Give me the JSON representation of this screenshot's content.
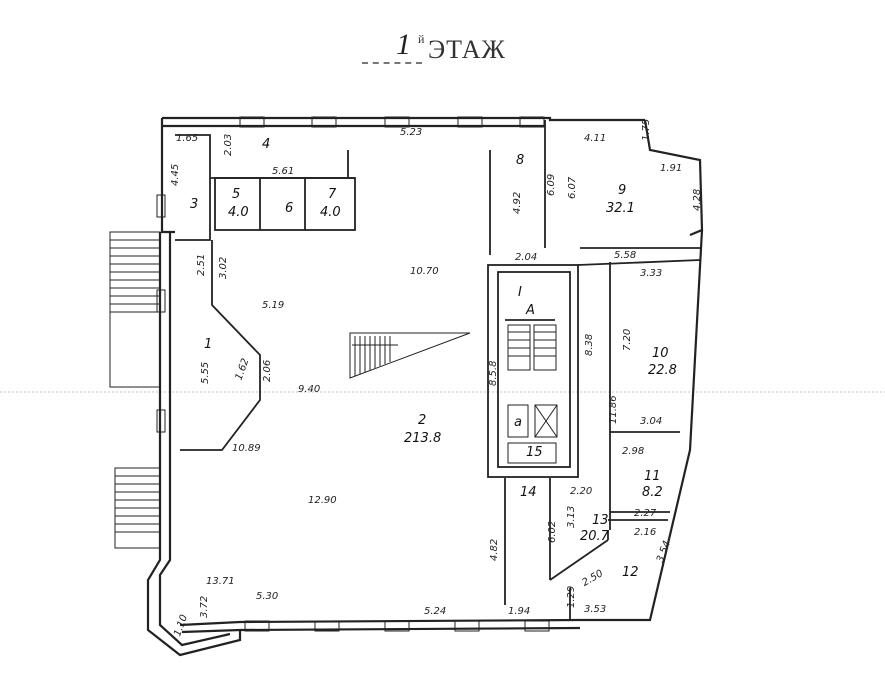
{
  "title": {
    "number": "1",
    "superscript": "й",
    "word": "ЭТАЖ"
  },
  "rooms": [
    {
      "id": "1",
      "name": "1"
    },
    {
      "id": "2",
      "name": "2",
      "area": "213.8"
    },
    {
      "id": "3",
      "name": "3"
    },
    {
      "id": "4",
      "name": "4"
    },
    {
      "id": "5",
      "name": "5",
      "area": "4.0"
    },
    {
      "id": "6",
      "name": "6"
    },
    {
      "id": "7",
      "name": "7",
      "area": "4.0"
    },
    {
      "id": "8",
      "name": "8"
    },
    {
      "id": "9",
      "name": "9",
      "area": "32.1"
    },
    {
      "id": "10",
      "name": "10",
      "area": "22.8"
    },
    {
      "id": "11",
      "name": "11",
      "area": "8.2"
    },
    {
      "id": "12",
      "name": "12"
    },
    {
      "id": "13",
      "name": "13",
      "area": "20.7"
    },
    {
      "id": "14",
      "name": "14"
    },
    {
      "id": "15",
      "name": "15"
    },
    {
      "id": "I",
      "name": "I"
    },
    {
      "id": "A",
      "name": "А"
    },
    {
      "id": "a",
      "name": "а"
    }
  ],
  "dimensions": [
    "1.65",
    "2.03",
    "4.45",
    "5.61",
    "2.51",
    "3.02",
    "5.19",
    "1.62",
    "2.06",
    "5.55",
    "9.40",
    "10.89",
    "12.90",
    "13.71",
    "5.30",
    "3.72",
    "1.10",
    "5.23",
    "4.92",
    "6.09",
    "6.07",
    "4.11",
    "1.75",
    "1.91",
    "4.28",
    "10.70",
    "2.04",
    "5.58",
    "3.33",
    "8.38",
    "7.20",
    "8.5.8",
    "11.86",
    "3.04",
    "2.98",
    "2.20",
    "2.27",
    "2.16",
    "3.13",
    "6.02",
    "4.82",
    "3.54",
    "2.50",
    "1.29",
    "5.24",
    "1.94",
    "3.53"
  ]
}
